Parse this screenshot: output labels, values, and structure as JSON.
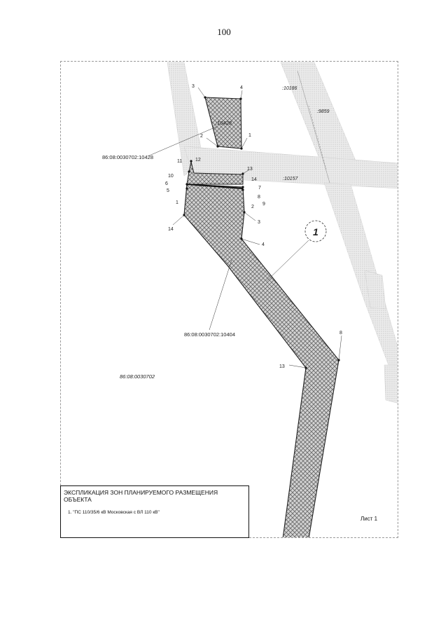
{
  "page_number": "100",
  "sheet_label": "Лист 1",
  "cadastral_labels": {
    "parcel_10428": ":10428",
    "parcel_10186": ":10186",
    "parcel_9859": ":9859",
    "parcel_10157": ":10157",
    "callout_10428": "86:08:0030702:10428",
    "callout_10404": "86:08:0030702:10404",
    "quarter": "86:08:0030702"
  },
  "zone_marker": "1",
  "upper_polygon_points": [
    "1",
    "2",
    "3",
    "4"
  ],
  "main_polygon_points": [
    "1",
    "2",
    "3",
    "4",
    "5",
    "6",
    "7",
    "8",
    "9",
    "10",
    "11",
    "12",
    "13",
    "14",
    "13",
    "8",
    "14"
  ],
  "legend": {
    "title": "ЭКСПЛИКАЦИЯ ЗОН ПЛАНИРУЕМОГО РАЗМЕЩЕНИЯ ОБЪЕКТА",
    "items": [
      "1. \"ПС 110/35/6 кВ Московская с ВЛ 110 кВ\""
    ]
  },
  "colors": {
    "hatch": "#6e6e6e",
    "road_fill": "#e2e2e2",
    "outline": "#222222"
  }
}
